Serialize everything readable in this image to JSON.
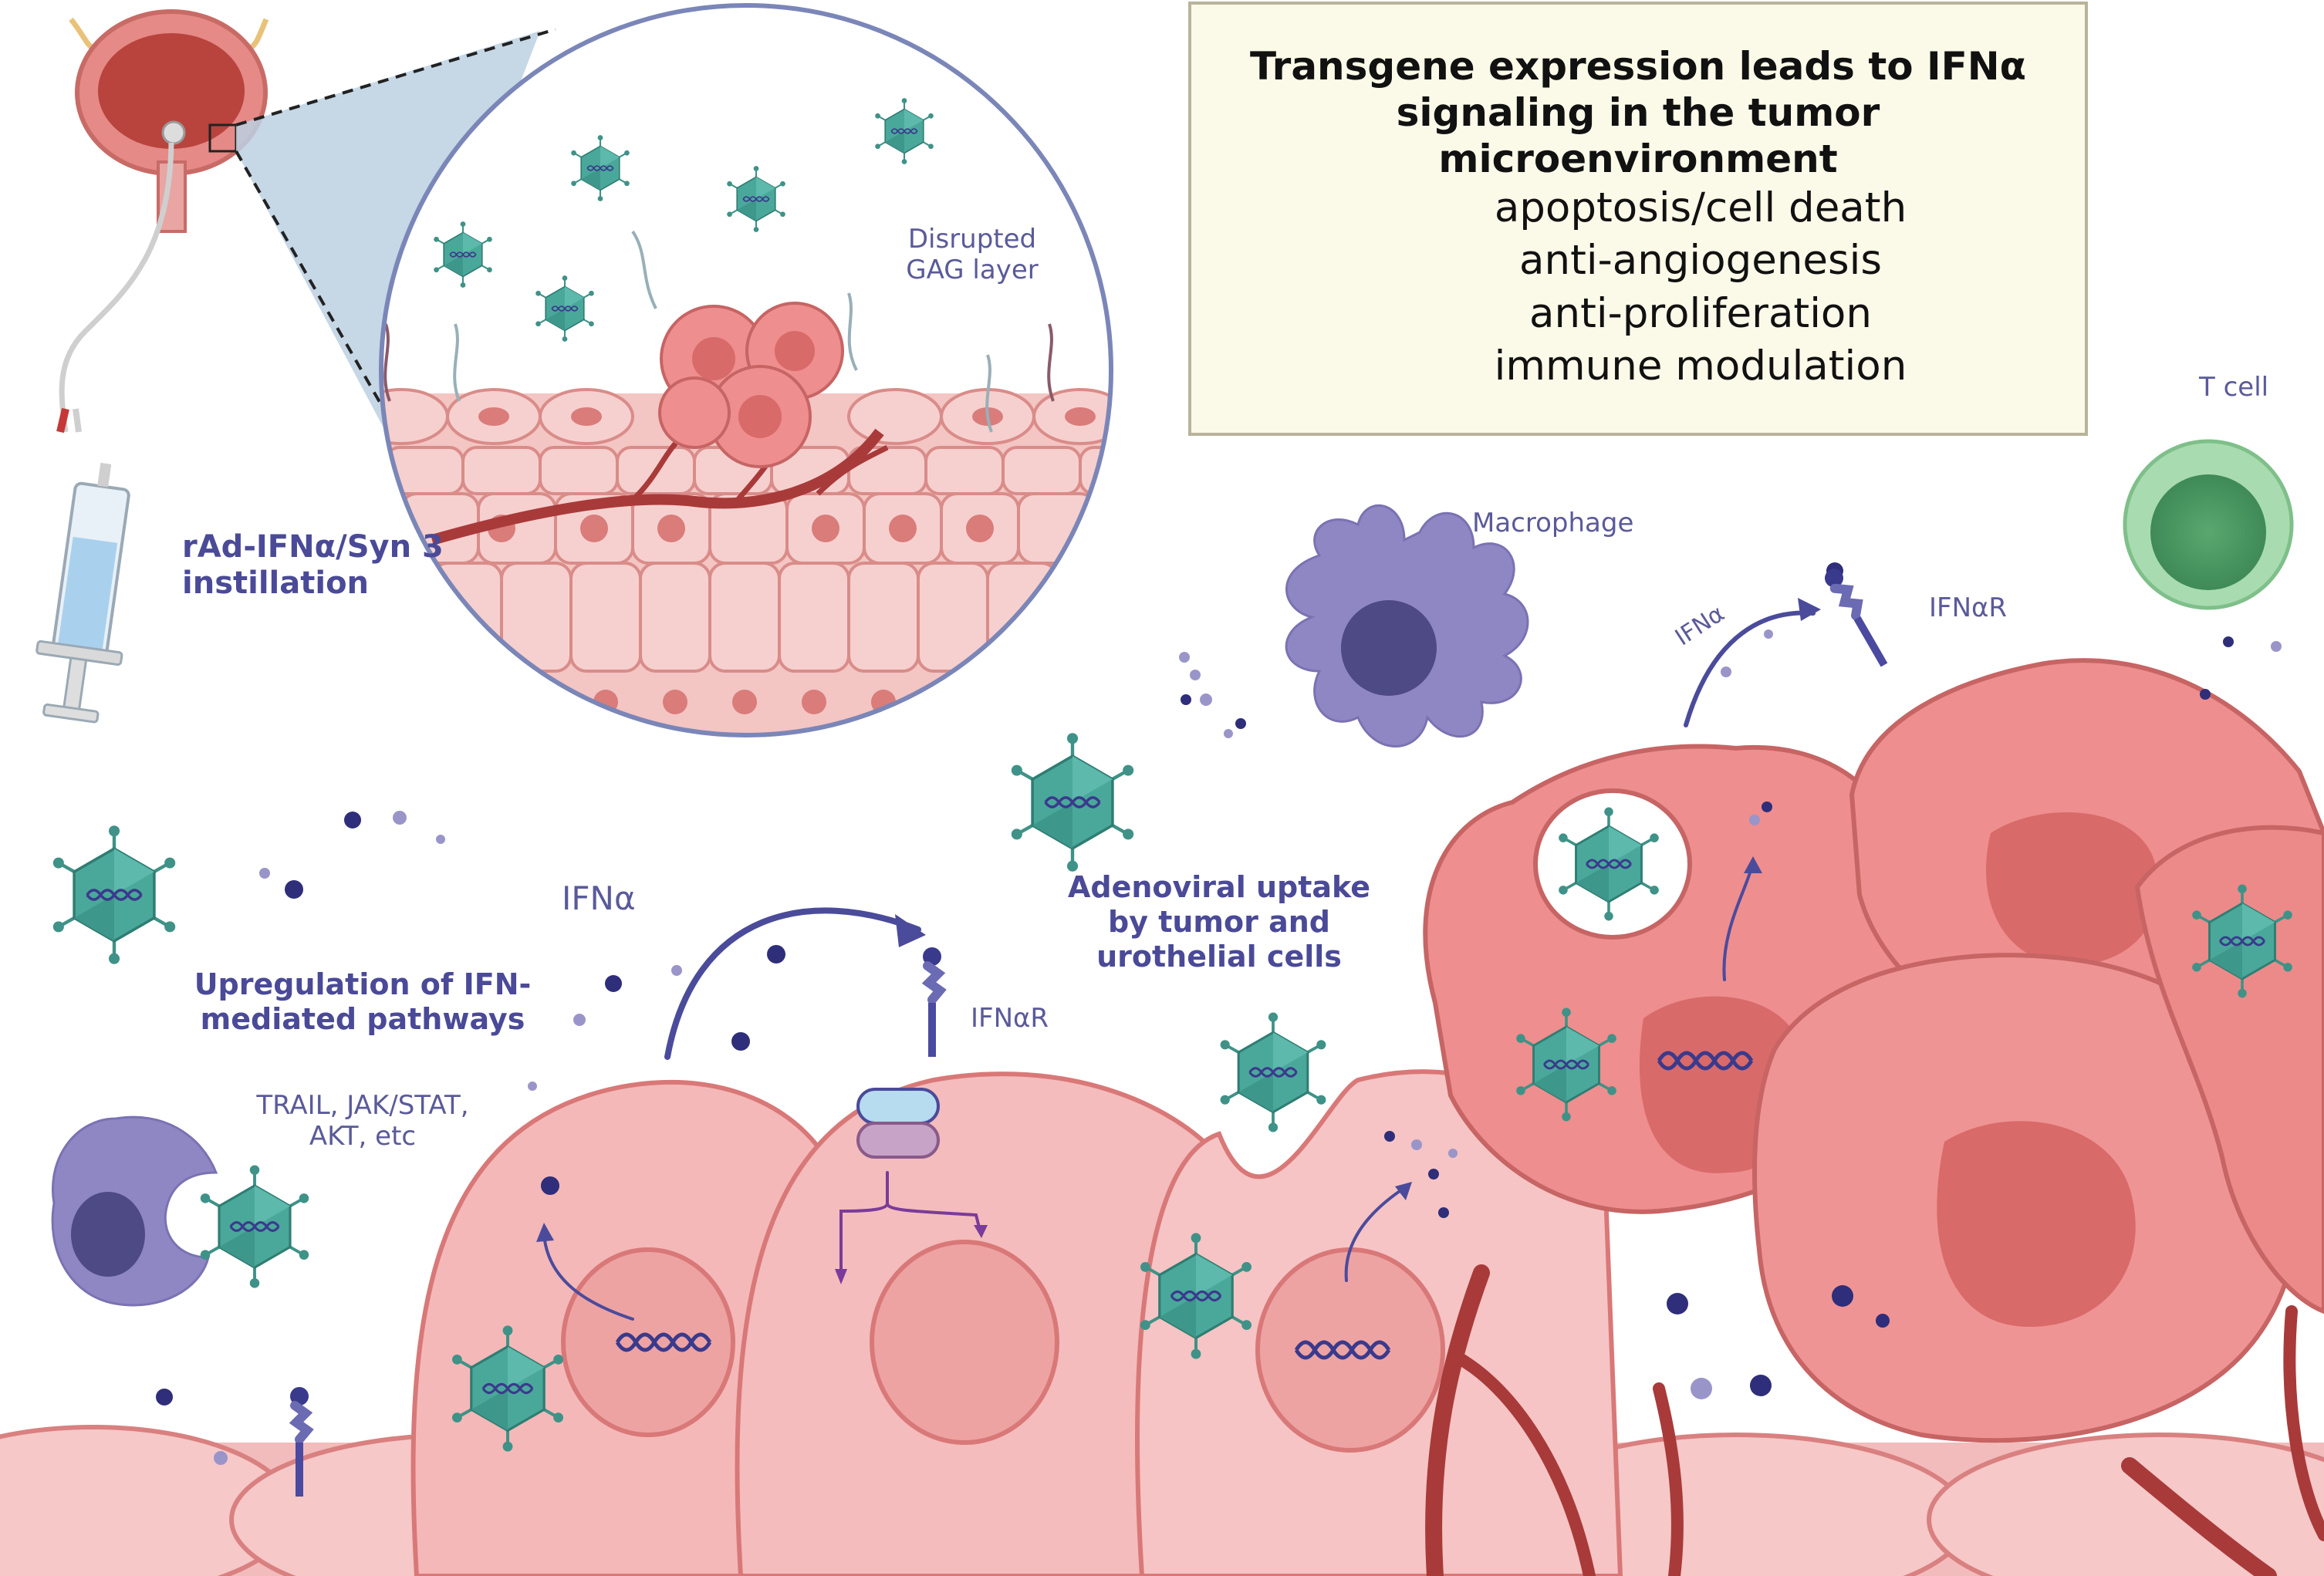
{
  "summary": {
    "title_line1": "Transgene expression leads to IFNα",
    "title_line2": "signaling in the tumor microenvironment",
    "effects": [
      "apoptosis/cell death",
      "anti-angiogenesis",
      "anti-proliferation",
      "immune modulation"
    ]
  },
  "labels": {
    "instillation_line1": "rAd-IFNα/Syn 3",
    "instillation_line2": "instillation",
    "gag_line1": "Disrupted",
    "gag_line2": "GAG layer",
    "macrophage": "Macrophage",
    "t_cell": "T cell",
    "ifna_left": "IFNα",
    "ifnar_left": "IFNαR",
    "ifna_right": "IFNα",
    "ifnar_right": "IFNαR",
    "upregulation_line1": "Upregulation of IFN-",
    "upregulation_line2": "mediated pathways",
    "pathways_line1": "TRAIL, JAK/STAT,",
    "pathways_line2": "AKT, etc",
    "uptake_line1": "Adenoviral uptake",
    "uptake_line2": "by tumor and",
    "uptake_line3": "urothelial cells"
  },
  "colors": {
    "virus": "#4aa89b",
    "ifn_dot": "#2e2e7a",
    "macrophage": "#8f87c4",
    "tumor": "#e88686",
    "urothelium": "#f3bcbc",
    "t_cell": "#8fcf9c",
    "vessel": "#a93a3a"
  }
}
